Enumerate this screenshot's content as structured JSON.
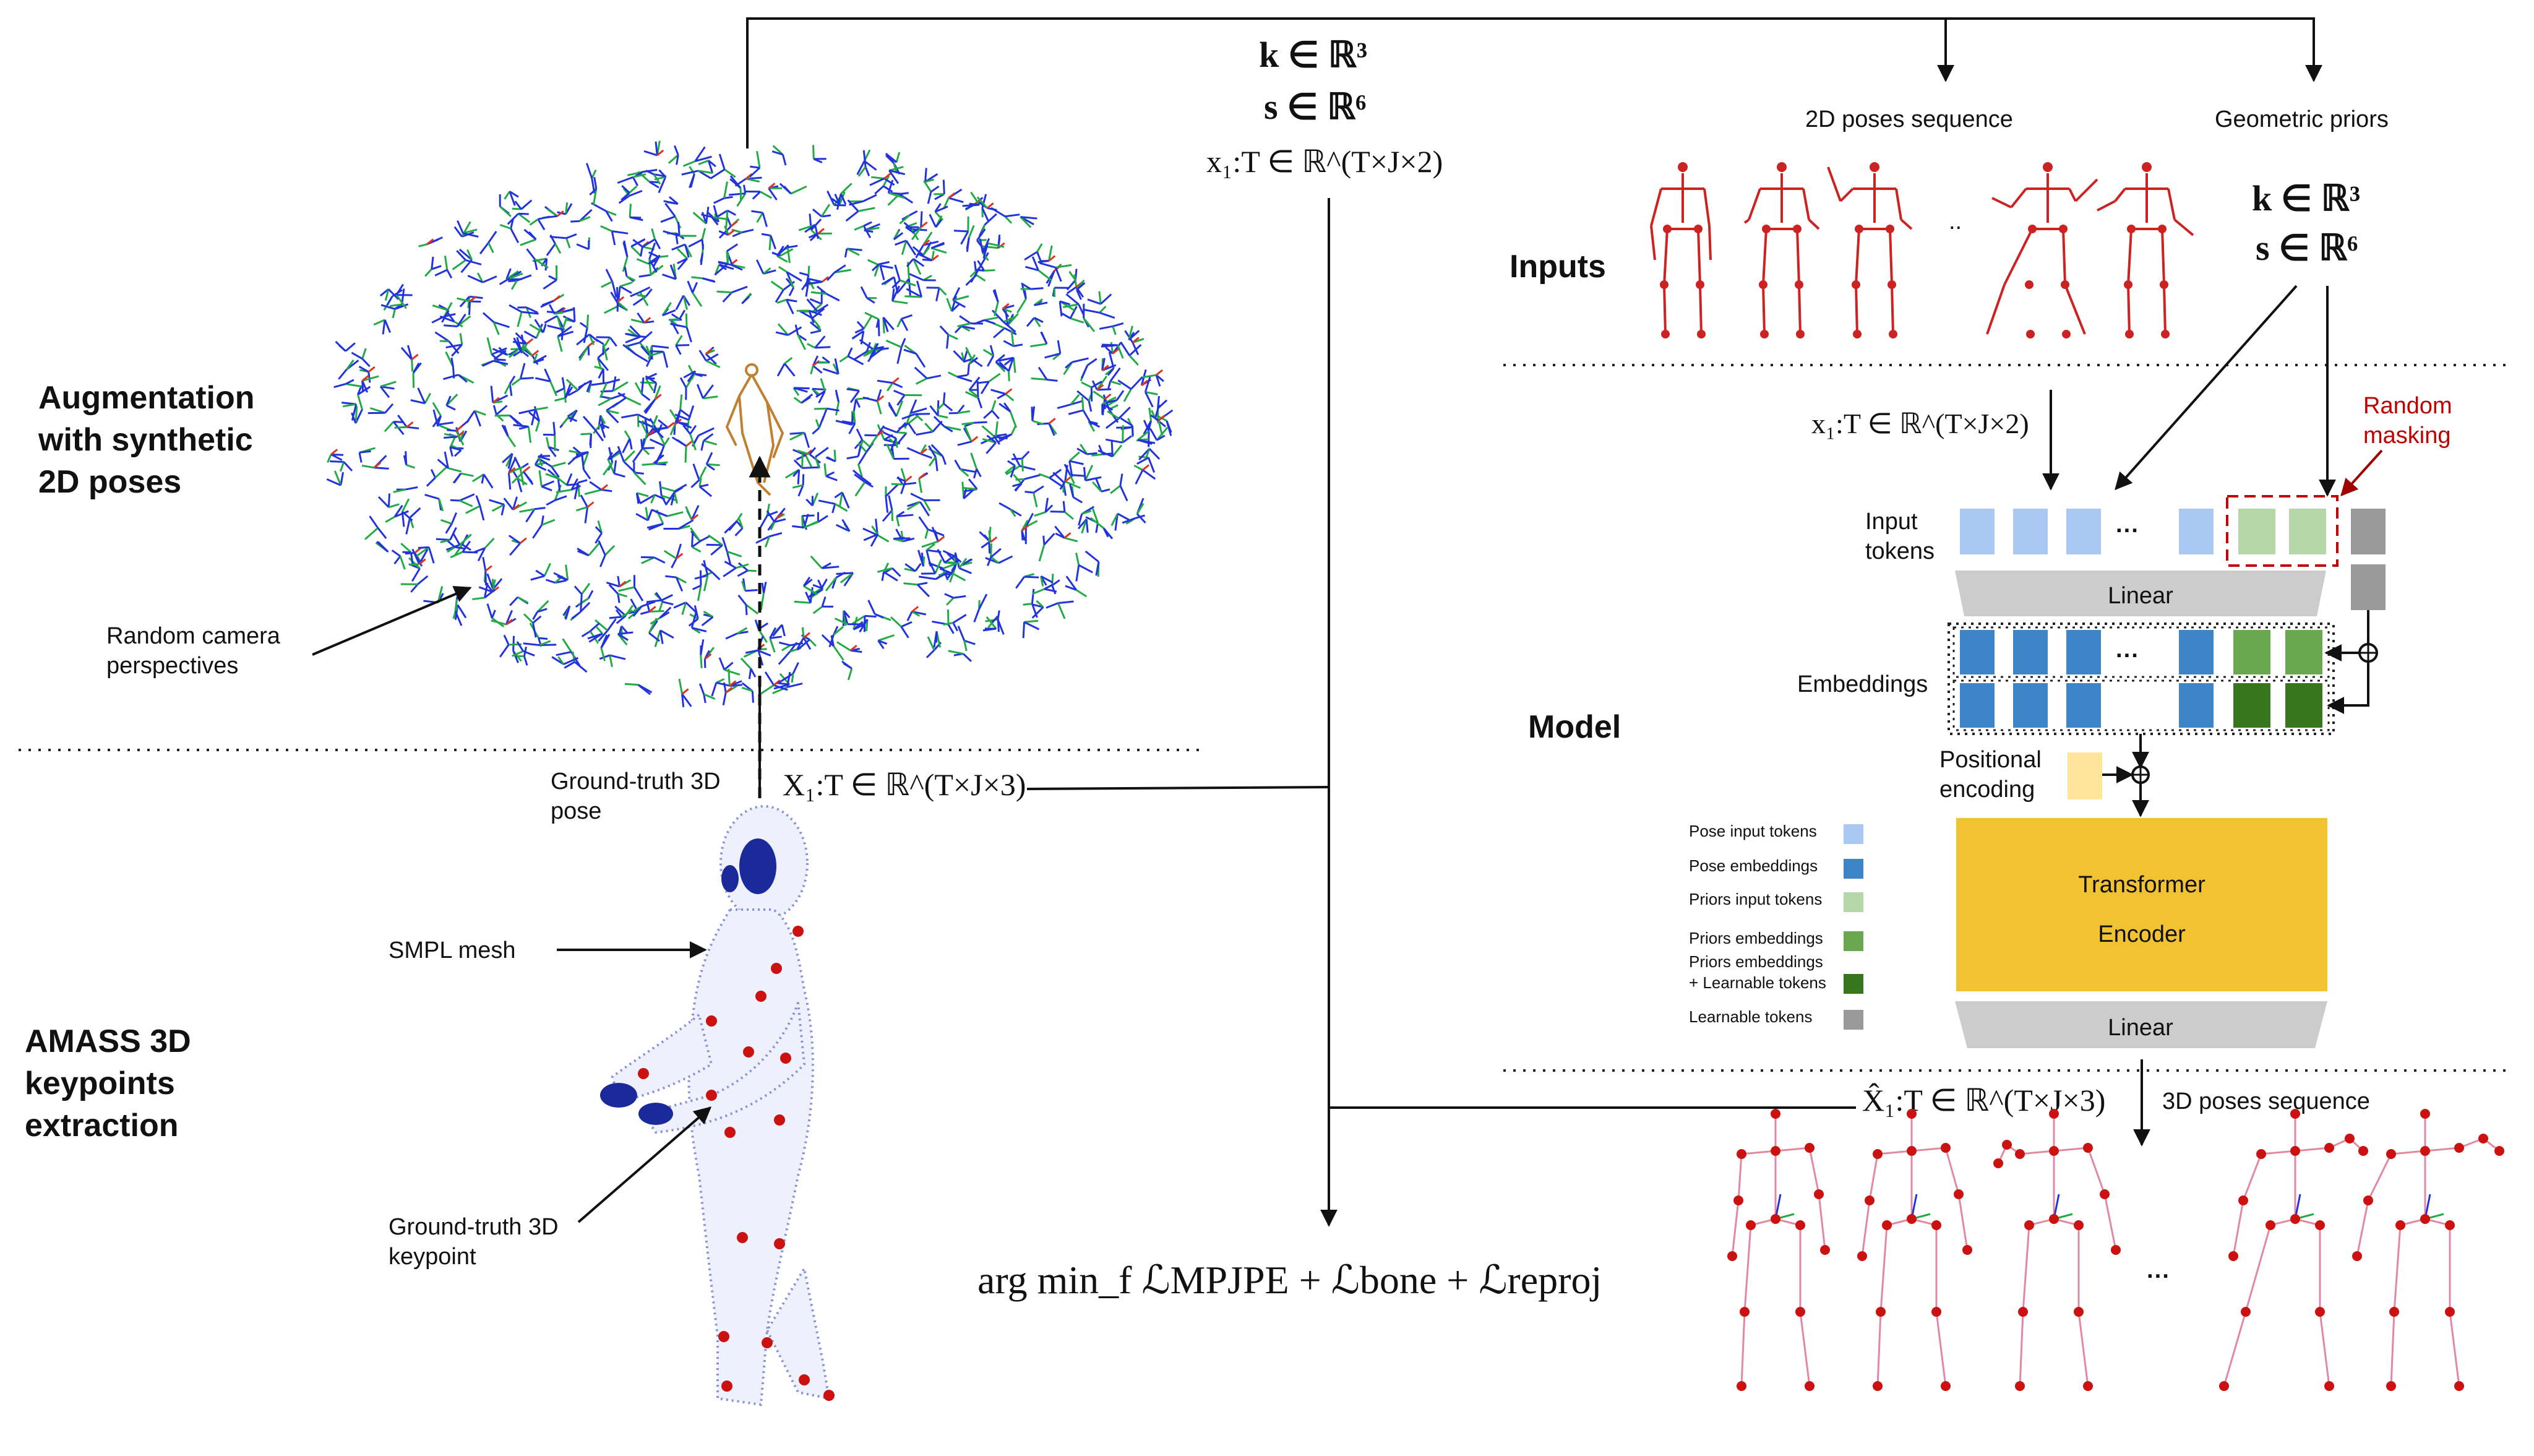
{
  "sections": {
    "augmentation": [
      "Augmentation",
      "with synthetic",
      "2D poses"
    ],
    "amass": [
      "AMASS 3D",
      "keypoints",
      "extraction"
    ],
    "inputs": "Inputs",
    "model": "Model"
  },
  "labels": {
    "random_camera": [
      "Random camera",
      "perspectives"
    ],
    "gt_pose": [
      "Ground-truth 3D",
      "pose"
    ],
    "smpl_mesh": "SMPL mesh",
    "gt_keypoint": [
      "Ground-truth 3D",
      "keypoint"
    ],
    "poses_2d_seq": "2D poses sequence",
    "geom_priors": "Geometric priors",
    "random_masking": [
      "Random",
      "masking"
    ],
    "input_tokens": [
      "Input",
      "tokens"
    ],
    "embeddings": "Embeddings",
    "positional_encoding": [
      "Positional",
      "encoding"
    ],
    "poses_3d_seq": "3D poses sequence",
    "ellipsis_2d": "..",
    "ellipsis_tokens": "···",
    "ellipsis_3d": "···"
  },
  "blocks": {
    "linear_top": "Linear",
    "linear_bottom": "Linear",
    "transformer": [
      "Transformer",
      "Encoder"
    ]
  },
  "math": {
    "k_r3": "k ∈ ℝ³",
    "s_r6": "s ∈ ℝ⁶",
    "x_1T_2d": "x₁:T ∈ ℝ^(T×J×2)",
    "X_1T_3d": "X₁:T ∈ ℝ^(T×J×3)",
    "Xhat_1T_3d": "X̂₁:T ∈ ℝ^(T×J×3)",
    "loss": "arg min_f ℒMPJPE + ℒbone + ℒreproj"
  },
  "legend": [
    {
      "label": "Pose input tokens",
      "color": "#a9c8f2"
    },
    {
      "label": "Pose embeddings",
      "color": "#3d85c6"
    },
    {
      "label": "Priors input tokens",
      "color": "#b6d7a8"
    },
    {
      "label": "Priors embeddings",
      "color": "#6aa84f"
    },
    {
      "label": "Priors embeddings\n+ Learnable tokens",
      "color": "#38761d"
    },
    {
      "label": "Learnable tokens",
      "color": "#999999"
    }
  ],
  "colors": {
    "pose_token": "#a9c8f2",
    "pose_emb": "#3d85c6",
    "prior_token": "#b6d7a8",
    "prior_emb": "#6aa84f",
    "prior_learn": "#38761d",
    "learnable": "#999999",
    "transformer": "#f1c232",
    "linear": "#cccccc",
    "pos_enc": "#ffe599",
    "mask_red": "#c00000",
    "skeleton_red": "#cc2222"
  }
}
